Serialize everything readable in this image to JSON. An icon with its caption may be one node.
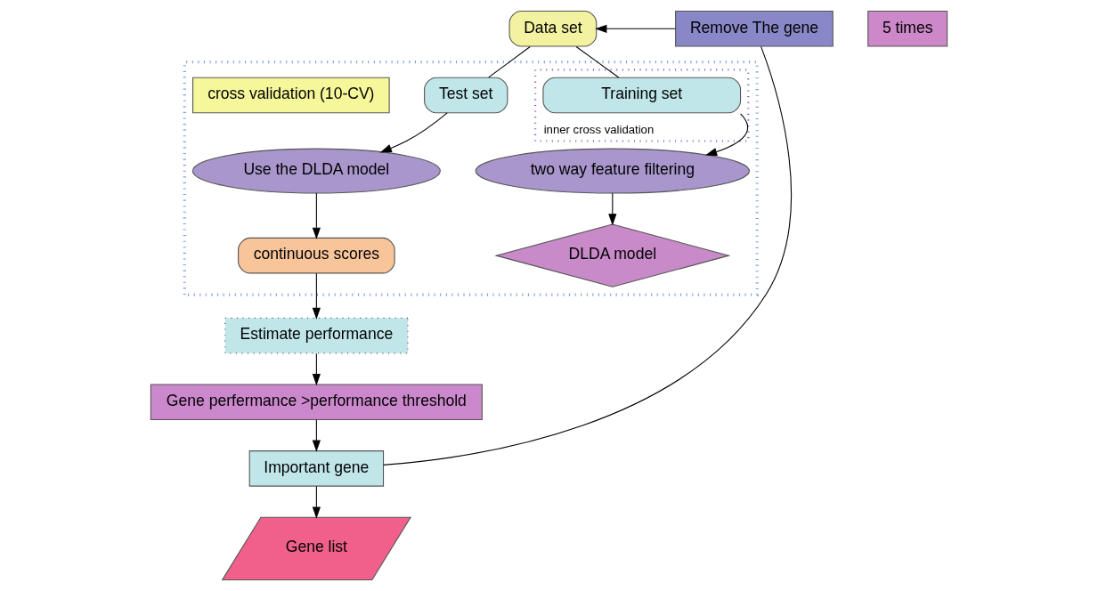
{
  "diagram": {
    "nodes": [
      {
        "text": [
          "Data set"
        ]
      },
      {
        "text": [],
        "shape": "box"
      },
      {
        "text": [
          "inner cross validation"
        ],
        "in": 1
      },
      {
        "text": [
          "Training set"
        ],
        "in": 2
      },
      {
        "text": [
          "Test set"
        ],
        "in": 1
      },
      {
        "text": [
          "two way feature filtering"
        ],
        "in": 1
      },
      {
        "text": [
          "Use the DLDA model"
        ],
        "in": 1
      },
      {
        "text": [
          "DLDA model"
        ],
        "in": 1
      },
      {
        "text": [
          "continuous scores"
        ],
        "in": 1
      },
      {
        "text": [
          "cross validation (10-CV)"
        ],
        "in": 1
      },
      {
        "text": [
          "5 times"
        ]
      },
      {
        "text": [
          "Remove The gene"
        ]
      },
      {
        "text": [
          "Estimate performance"
        ]
      },
      {
        "text": [
          "Gene perfermance >performance threshold"
        ]
      },
      {
        "text": [
          "Important gene"
        ]
      },
      {
        "text": [
          "Gene list"
        ]
      }
    ],
    "edges": [
      {
        "from": 0,
        "to": 3,
        "arrow": "none"
      },
      {
        "from": 0,
        "to": 4,
        "arrow": "none"
      },
      {
        "from": 3,
        "to": 5,
        "arrow": "to"
      },
      {
        "from": 5,
        "to": 7,
        "arrow": "to"
      },
      {
        "from": 4,
        "to": 6,
        "arrow": "to"
      },
      {
        "from": 6,
        "to": 8,
        "arrow": "to"
      },
      {
        "from": 8,
        "to": 12,
        "arrow": "to"
      },
      {
        "from": 12,
        "to": 13,
        "arrow": "to"
      },
      {
        "from": 13,
        "to": 14,
        "arrow": "to"
      },
      {
        "from": 14,
        "to": 15,
        "arrow": "to"
      },
      {
        "from": 11,
        "to": 0,
        "arrow": "to"
      },
      {
        "from": 14,
        "to": 11,
        "arrow": "none"
      }
    ]
  }
}
